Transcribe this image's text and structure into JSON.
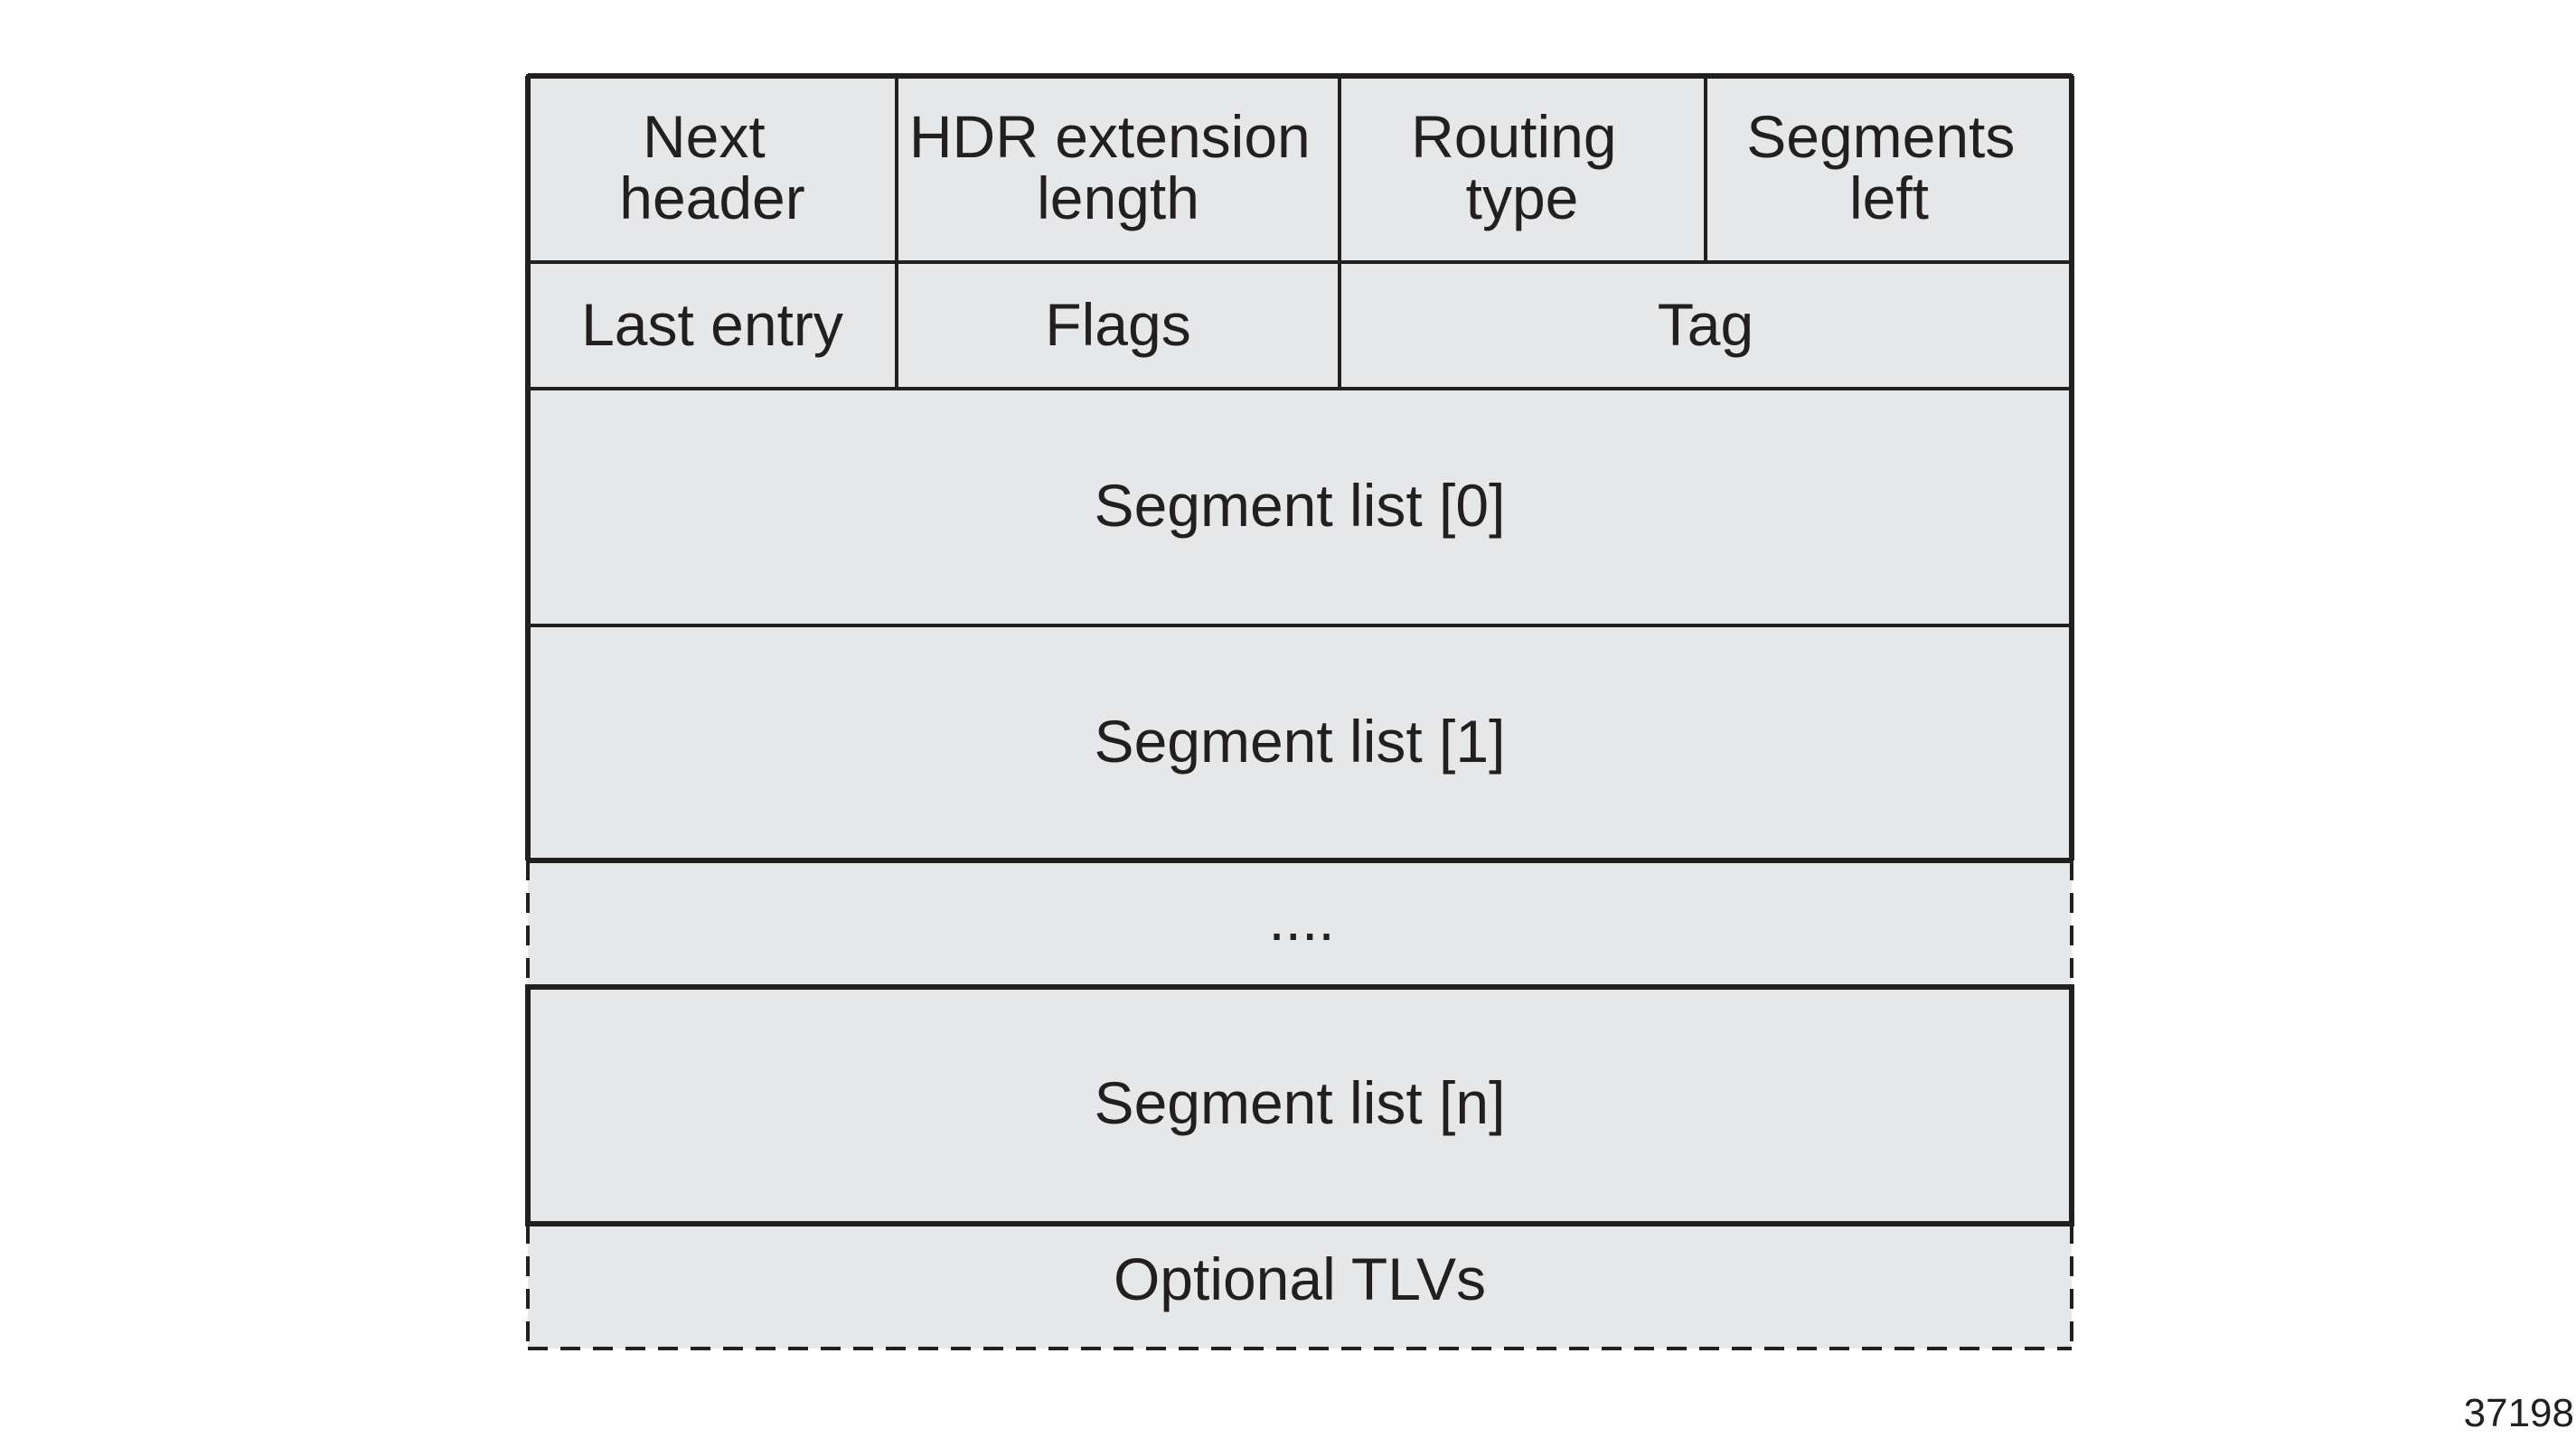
{
  "header": {
    "row1": {
      "next_header": [
        "Next",
        "header"
      ],
      "hdr_ext_len": [
        "HDR extension",
        "length"
      ],
      "routing_type": [
        "Routing",
        "type"
      ],
      "segments_left": [
        "Segments",
        "left"
      ]
    },
    "row2": {
      "last_entry": "Last entry",
      "flags": "Flags",
      "tag": "Tag"
    }
  },
  "segments": {
    "seg0": "Segment list [0]",
    "seg1": "Segment list [1]",
    "ellipsis": "....",
    "segn": "Segment list [n]"
  },
  "optional_tlvs": "Optional TLVs",
  "figure_id": "37198"
}
